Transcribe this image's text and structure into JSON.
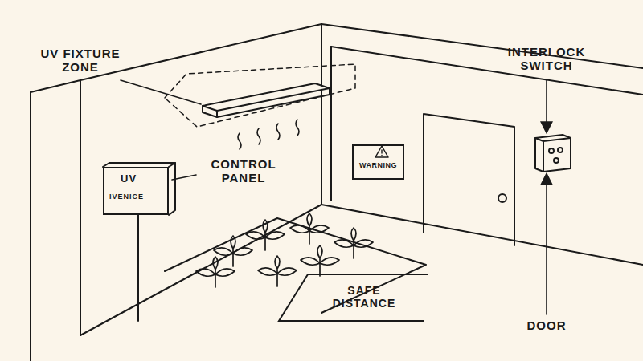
{
  "diagram": {
    "nodes": [
      {
        "text": [
          "UV",
          "IVENICE"
        ]
      },
      {
        "text": [
          "WARNING"
        ]
      },
      {
        "text": [
          "SAFE DISTANCE"
        ]
      }
    ],
    "labels": [
      "UV FIXTURE ZONE",
      "CONTROL PANEL",
      "INTERLOCK SWITCH",
      "DOOR"
    ]
  }
}
